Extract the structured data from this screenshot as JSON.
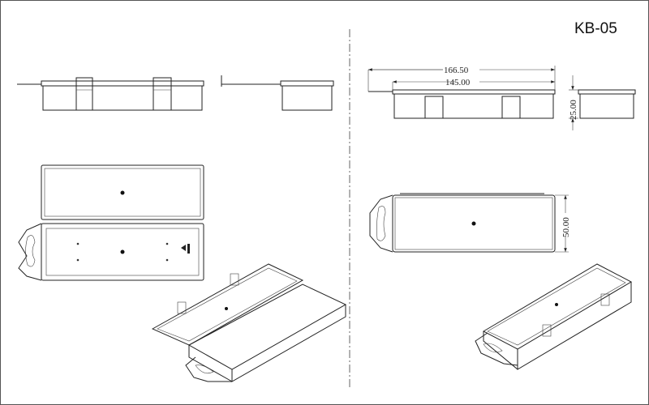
{
  "title": "KB-05",
  "dimensions": {
    "overall_length": "166.50",
    "box_length": "145.00",
    "height": "25.00",
    "width": "50.00"
  }
}
